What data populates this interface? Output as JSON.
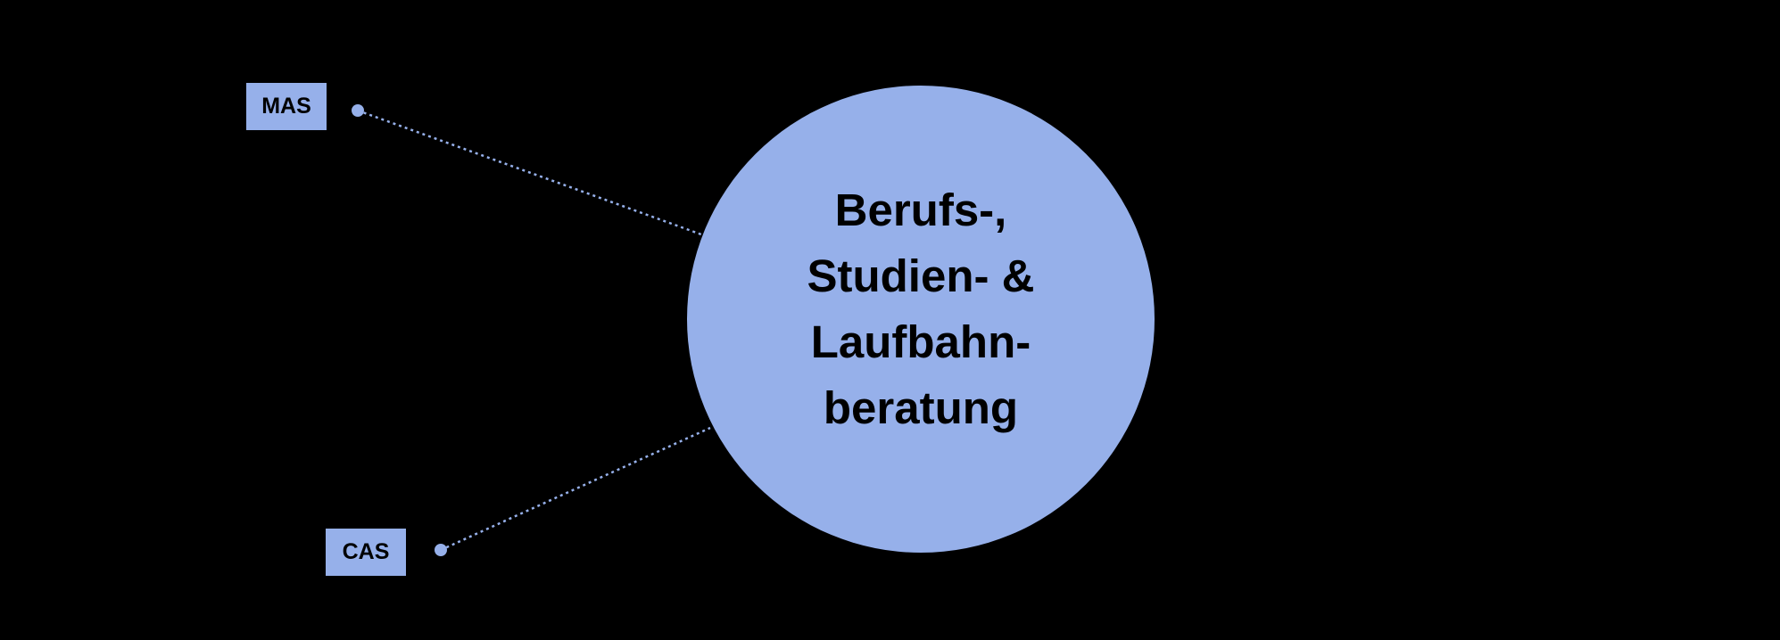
{
  "center": {
    "lines": [
      "Berufs-,",
      "Studien- &",
      "Laufbahn-",
      "beratung"
    ]
  },
  "tags": [
    {
      "label": "MAS"
    },
    {
      "label": "CAS"
    }
  ],
  "colors": {
    "background": "#000000",
    "accent": "#96b0ea",
    "text": "#000000"
  }
}
